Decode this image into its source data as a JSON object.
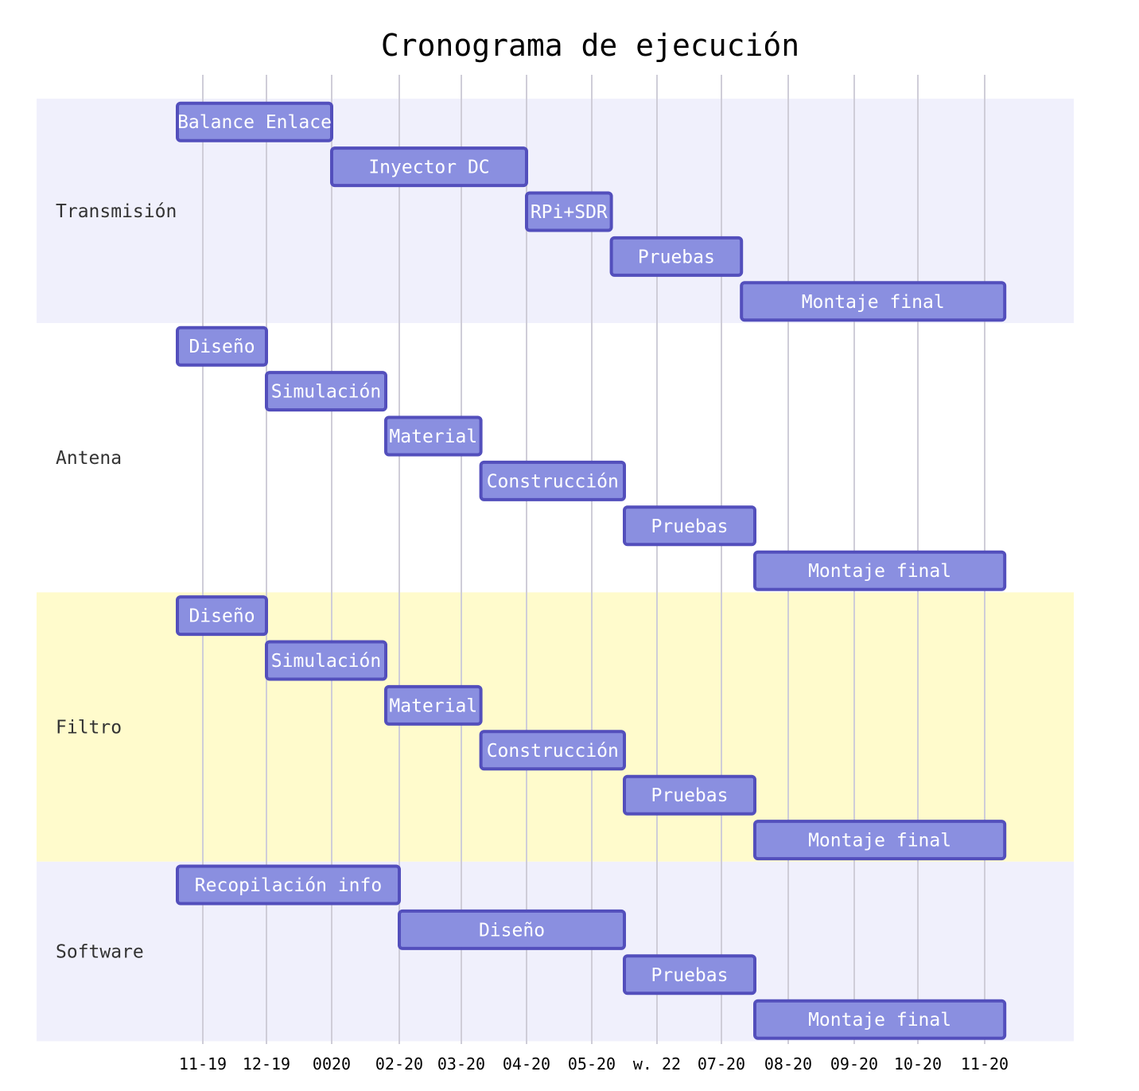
{
  "chart_data": {
    "type": "gantt",
    "title": "Cronograma de ejecución",
    "x_ticks": [
      "11-19",
      "12-19",
      "0020",
      "02-20",
      "03-20",
      "04-20",
      "05-20",
      "w. 22",
      "07-20",
      "08-20",
      "09-20",
      "10-20",
      "11-20"
    ],
    "sections": [
      {
        "name": "Transmisión",
        "tasks": [
          {
            "label": "Balance Enlace",
            "start": -0.4,
            "end": 2.0
          },
          {
            "label": "Inyector DC",
            "start": 2.0,
            "end": 5.0
          },
          {
            "label": "RPi+SDR",
            "start": 5.0,
            "end": 6.3
          },
          {
            "label": "Pruebas",
            "start": 6.3,
            "end": 8.3
          },
          {
            "label": "Montaje final",
            "start": 8.3,
            "end": 12.3
          }
        ]
      },
      {
        "name": "Antena",
        "tasks": [
          {
            "label": "Diseño",
            "start": -0.4,
            "end": 1.0
          },
          {
            "label": "Simulación",
            "start": 1.0,
            "end": 2.8
          },
          {
            "label": "Material",
            "start": 2.8,
            "end": 4.3
          },
          {
            "label": "Construcción",
            "start": 4.3,
            "end": 6.5
          },
          {
            "label": "Pruebas",
            "start": 6.5,
            "end": 8.5
          },
          {
            "label": "Montaje final",
            "start": 8.5,
            "end": 12.3
          }
        ]
      },
      {
        "name": "Filtro",
        "tasks": [
          {
            "label": "Diseño",
            "start": -0.4,
            "end": 1.0
          },
          {
            "label": "Simulación",
            "start": 1.0,
            "end": 2.8
          },
          {
            "label": "Material",
            "start": 2.8,
            "end": 4.3
          },
          {
            "label": "Construcción",
            "start": 4.3,
            "end": 6.5
          },
          {
            "label": "Pruebas",
            "start": 6.5,
            "end": 8.5
          },
          {
            "label": "Montaje final",
            "start": 8.5,
            "end": 12.3
          }
        ]
      },
      {
        "name": "Software",
        "tasks": [
          {
            "label": "Recopilación info",
            "start": -0.4,
            "end": 3.0
          },
          {
            "label": "Diseño",
            "start": 3.0,
            "end": 6.5
          },
          {
            "label": "Pruebas",
            "start": 6.5,
            "end": 8.5
          },
          {
            "label": "Montaje final",
            "start": 8.5,
            "end": 12.3
          }
        ]
      }
    ],
    "section_colors": [
      "#f0f0fc",
      "#ffffff",
      "#fffbcc",
      "#f0f0fc"
    ],
    "bar_fill": "#8a8fe0",
    "bar_stroke": "#534fbc",
    "grid": true
  }
}
